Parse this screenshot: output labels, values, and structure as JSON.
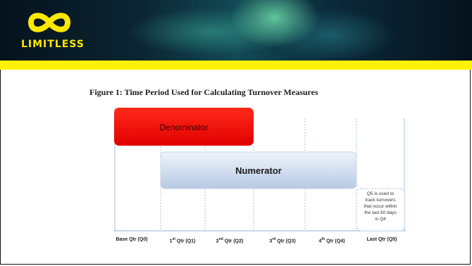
{
  "brand": {
    "logo_text": "LIMITLESS",
    "accent_color": "#fff200",
    "logo_icon": "infinity-icon"
  },
  "figure": {
    "title": "Figure 1: Time Period Used for Calculating Turnover Measures",
    "denominator_label": "Denominator",
    "numerator_label": "Numerator",
    "denominator_color": "#ff0000",
    "numerator_color": "#d6e2f2",
    "note_lines": [
      "Q5 is used to",
      "track turnovers",
      "that occur within",
      "the last 60 days",
      "in Q4"
    ],
    "quarters": [
      {
        "ord": "",
        "sup": "",
        "text": "Base Qtr (Q0)"
      },
      {
        "ord": "1",
        "sup": "st",
        "text": " Qtr (Q1)"
      },
      {
        "ord": "2",
        "sup": "nd",
        "text": " Qtr (Q2)"
      },
      {
        "ord": "3",
        "sup": "rd",
        "text": " Qtr (Q3)"
      },
      {
        "ord": "4",
        "sup": "th",
        "text": " Qtr (Q4)"
      },
      {
        "ord": "",
        "sup": "",
        "text": "Last Qtr (Q5)"
      }
    ]
  }
}
